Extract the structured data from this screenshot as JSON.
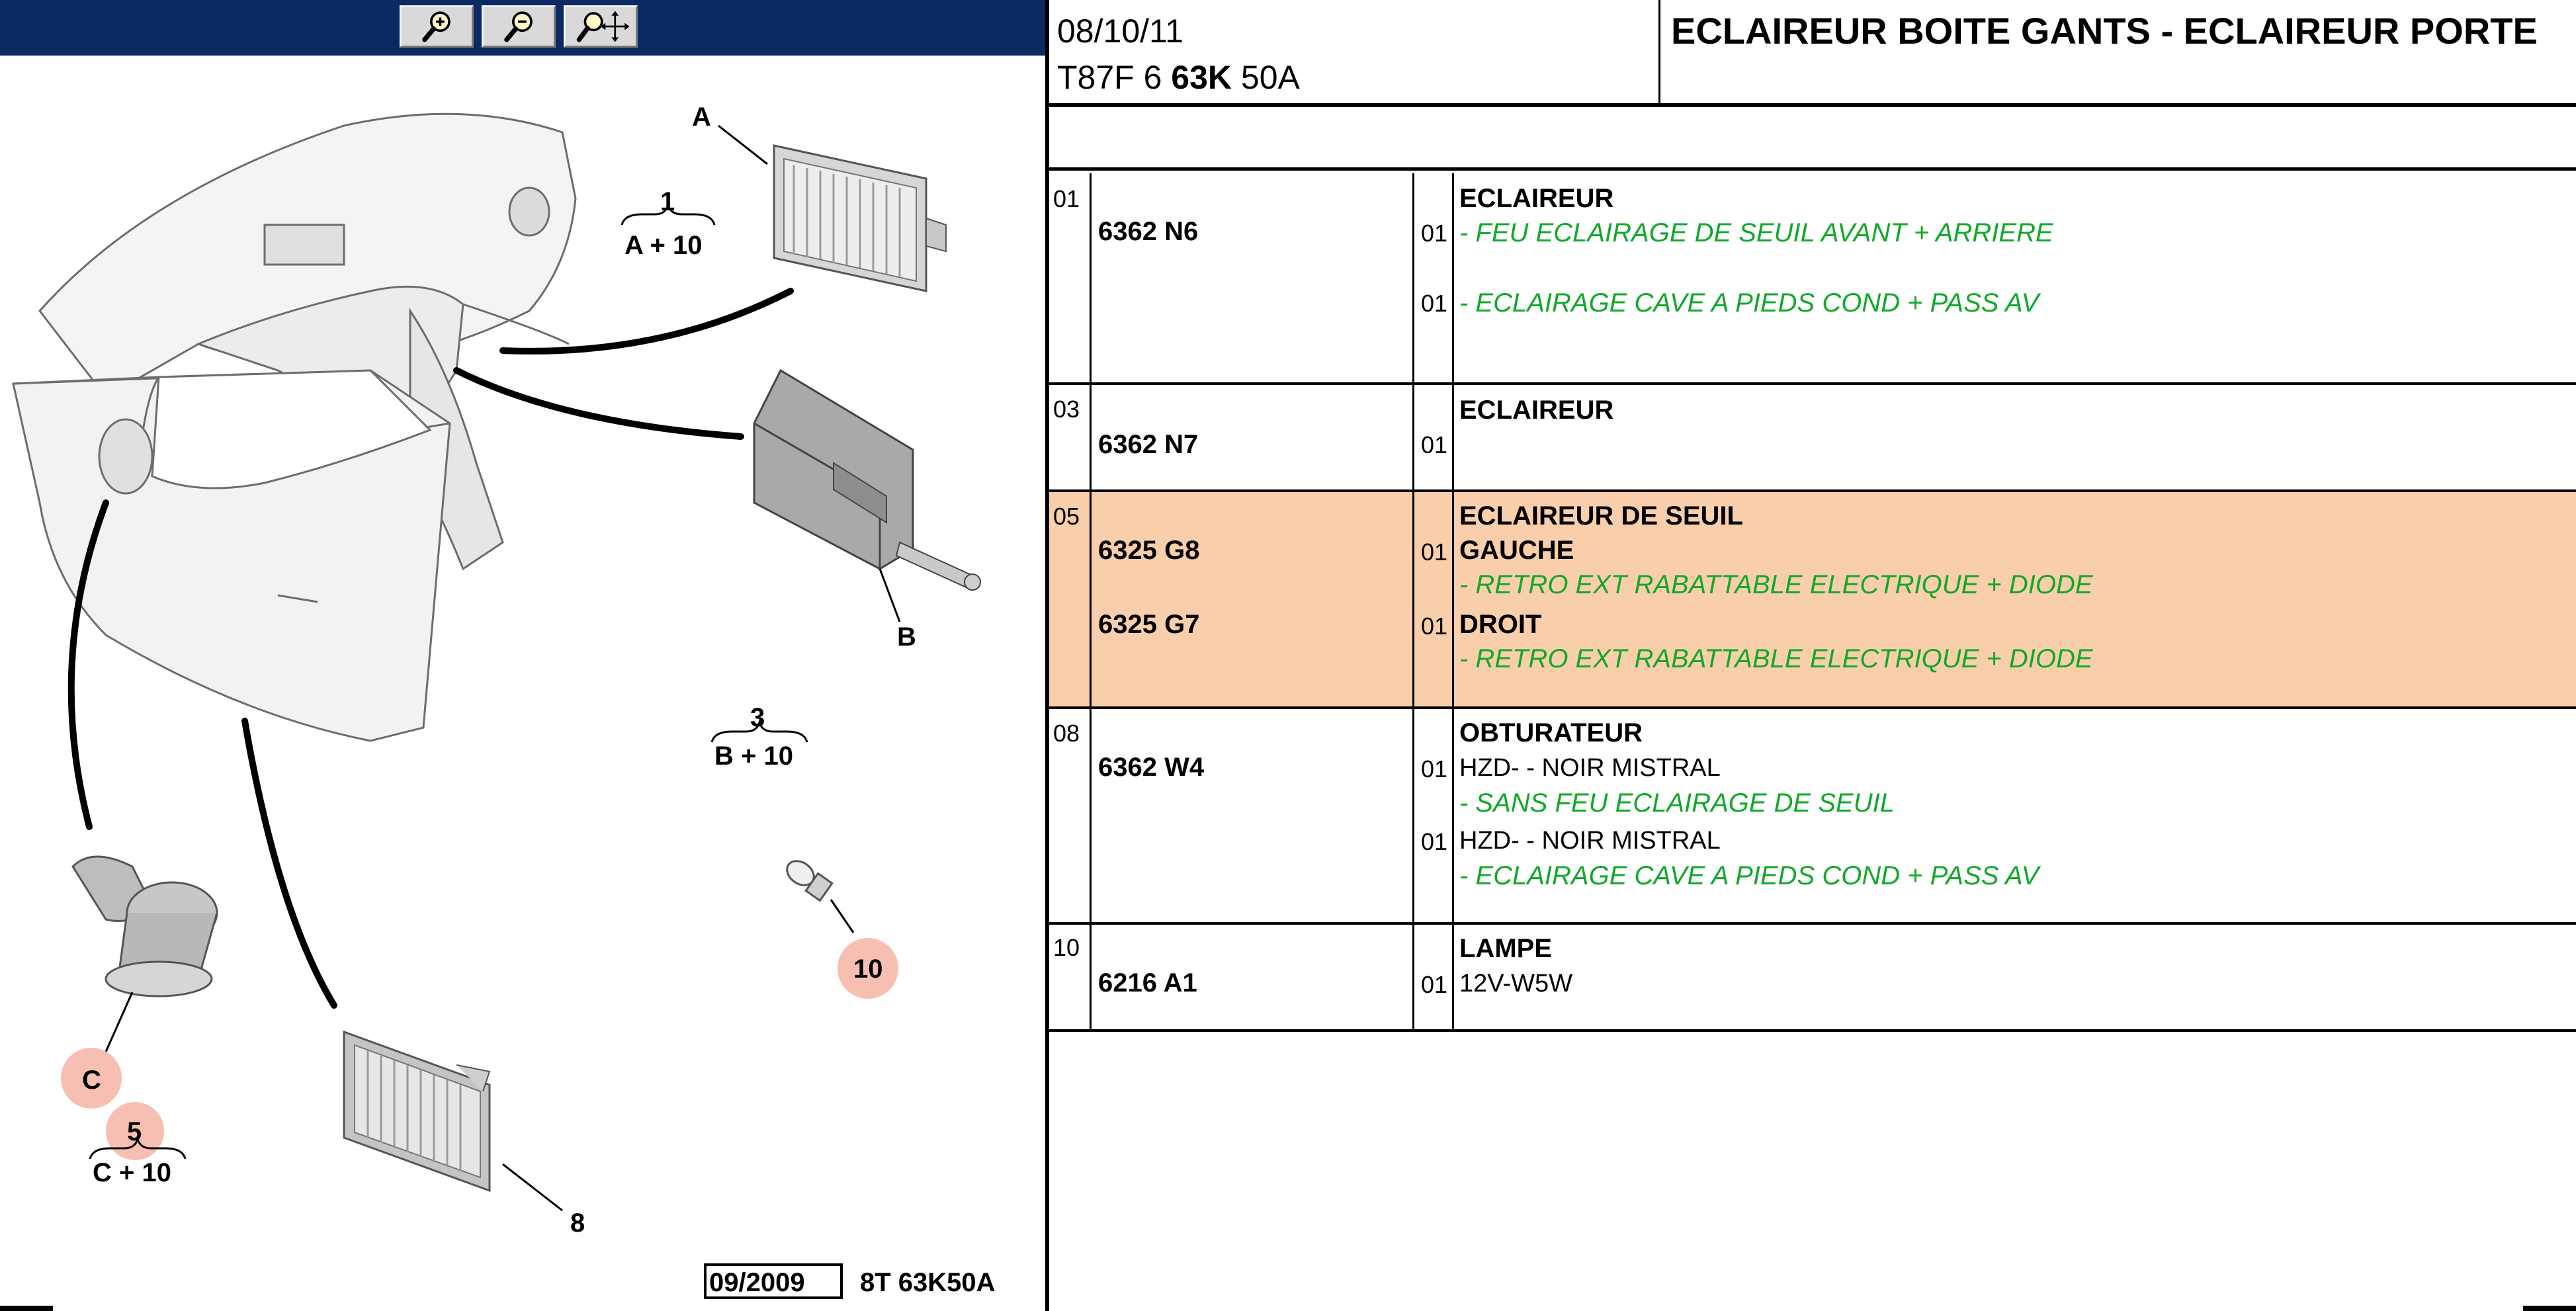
{
  "zoom_toolbar": {
    "buttons": [
      {
        "name": "zoom-in",
        "icon": "zoom-in-icon"
      },
      {
        "name": "zoom-out",
        "icon": "zoom-out-icon"
      },
      {
        "name": "zoom-pan",
        "icon": "zoom-pan-icon"
      }
    ]
  },
  "diagram": {
    "labels": {
      "A": "A",
      "B": "B",
      "C": "C",
      "g1_num": "1",
      "g1_formula": "A + 10",
      "g3_num": "3",
      "g3_formula": "B + 10",
      "g5_num": "5",
      "g5_formula": "C + 10",
      "n8": "8",
      "n10": "10"
    },
    "footer_date": "09/2009",
    "footer_code": "8T 63K50A"
  },
  "header": {
    "date": "08/10/11",
    "code_prefix": "T87F 6 ",
    "code_bold": "63K",
    "code_suffix": " 50A",
    "title": "ECLAIREUR BOITE GANTS - ECLAIREUR PORTE"
  },
  "colors": {
    "zoom_bar": "#0b2a63",
    "highlight_row": "#f9cfab",
    "green_text": "#12a82a",
    "badge": "#f6b8a8"
  },
  "rows": [
    {
      "num": "01",
      "title": "ECLAIREUR",
      "lines": [
        {
          "ref": "6362 N6",
          "qty": "01",
          "text": "- FEU ECLAIRAGE DE SEUIL AVANT + ARRIERE",
          "style": "green"
        },
        {
          "ref": "",
          "qty": "01",
          "text": "- ECLAIRAGE CAVE A PIEDS COND + PASS AV",
          "style": "green"
        }
      ]
    },
    {
      "num": "03",
      "title": "ECLAIREUR",
      "lines": [
        {
          "ref": "6362 N7",
          "qty": "01",
          "text": "",
          "style": "normal"
        }
      ]
    },
    {
      "num": "05",
      "title": "ECLAIREUR DE SEUIL",
      "highlight": true,
      "lines": [
        {
          "ref": "6325 G8",
          "qty": "01",
          "text": "GAUCHE",
          "style": "bold"
        },
        {
          "ref": "",
          "qty": "",
          "text": "- RETRO EXT RABATTABLE ELECTRIQUE + DIODE",
          "style": "green"
        },
        {
          "ref": "6325 G7",
          "qty": "01",
          "text": "DROIT",
          "style": "bold"
        },
        {
          "ref": "",
          "qty": "",
          "text": "- RETRO EXT RABATTABLE ELECTRIQUE + DIODE",
          "style": "green"
        }
      ]
    },
    {
      "num": "08",
      "title": "OBTURATEUR",
      "lines": [
        {
          "ref": "6362 W4",
          "qty": "01",
          "text": "HZD- - NOIR MISTRAL",
          "style": "normal"
        },
        {
          "ref": "",
          "qty": "",
          "text": "- SANS FEU ECLAIRAGE DE SEUIL",
          "style": "green"
        },
        {
          "ref": "",
          "qty": "01",
          "text": "HZD- - NOIR MISTRAL",
          "style": "normal"
        },
        {
          "ref": "",
          "qty": "",
          "text": "- ECLAIRAGE CAVE A PIEDS COND + PASS AV",
          "style": "green"
        }
      ]
    },
    {
      "num": "10",
      "title": "LAMPE",
      "lines": [
        {
          "ref": "6216 A1",
          "qty": "01",
          "text": "12V-W5W",
          "style": "normal"
        }
      ]
    }
  ]
}
